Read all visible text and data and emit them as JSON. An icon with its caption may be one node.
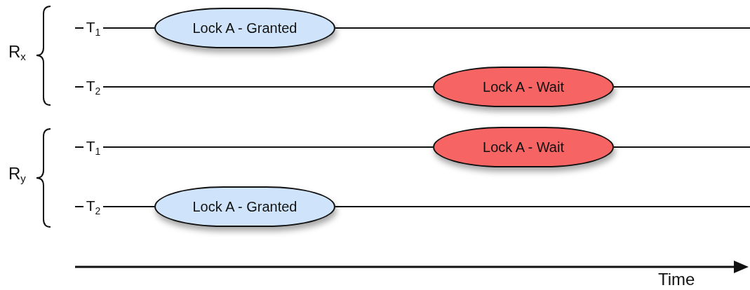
{
  "diagram": {
    "nodes": [
      {
        "text": [
          "T$_{1}$"
        ]
      },
      {
        "text": [
          "Lock A - Granted"
        ]
      },
      {
        "text": [
          "T$_{2}$"
        ]
      },
      {
        "text": [
          "Lock A - Wait"
        ]
      },
      {
        "text": [
          "T$_{1}$"
        ]
      },
      {
        "text": [
          "Lock A - Wait"
        ]
      },
      {
        "text": [
          "T$_{2}$"
        ]
      },
      {
        "text": [
          "Lock A - Granted"
        ]
      }
    ],
    "edges": [
      {
        "from": null,
        "to": 0,
        "arrow": "none"
      },
      {
        "from": 0,
        "to": 1,
        "arrow": "none"
      },
      {
        "from": 1,
        "to": null,
        "arrow": "none"
      },
      {
        "from": null,
        "to": 2,
        "arrow": "none"
      },
      {
        "from": 2,
        "to": 3,
        "arrow": "none"
      },
      {
        "from": 3,
        "to": null,
        "arrow": "none"
      },
      {
        "from": null,
        "to": 4,
        "arrow": "none"
      },
      {
        "from": 4,
        "to": 5,
        "arrow": "none"
      },
      {
        "from": 5,
        "to": null,
        "arrow": "none"
      },
      {
        "from": null,
        "to": 6,
        "arrow": "none"
      },
      {
        "from": 6,
        "to": 7,
        "arrow": "none"
      },
      {
        "from": 7,
        "to": null,
        "arrow": "none"
      }
    ],
    "labels": [
      "R$_{x}$",
      "R$_{y}$",
      "Time"
    ]
  }
}
